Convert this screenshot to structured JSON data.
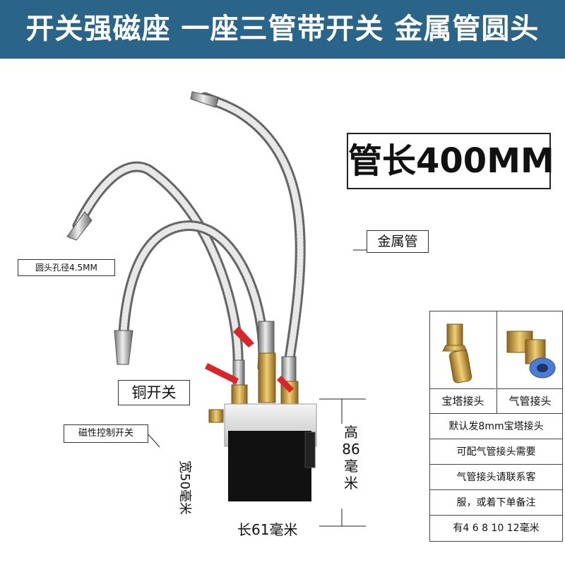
{
  "banner": {
    "title": "开关强磁座 一座三管带开关 金属管圆头"
  },
  "labels": {
    "tube_length": "管长400MM",
    "metal_tube": "金属管",
    "hole_diameter": "圆头孔径4.5MM",
    "copper_switch": "铜开关",
    "magnetic_switch": "磁性控制开关",
    "height_char1": "高",
    "height_value": "86",
    "height_char2": "毫",
    "height_char3": "米",
    "width": "宽50毫米",
    "length": "长61毫米"
  },
  "fittings_table": {
    "caption_left": "宝塔接头",
    "caption_right": "气管接头",
    "rows": [
      "默认发8mm宝塔接头",
      "可配气管接头需要",
      "气管接头请联系客",
      "服，或着下单备注",
      "有4 6 8 10 12毫米"
    ]
  },
  "colors": {
    "banner_bg": "#2a6488",
    "valve_handle": "#d8262b",
    "brass": "#c9a24a",
    "magnet_body": "#111111"
  }
}
